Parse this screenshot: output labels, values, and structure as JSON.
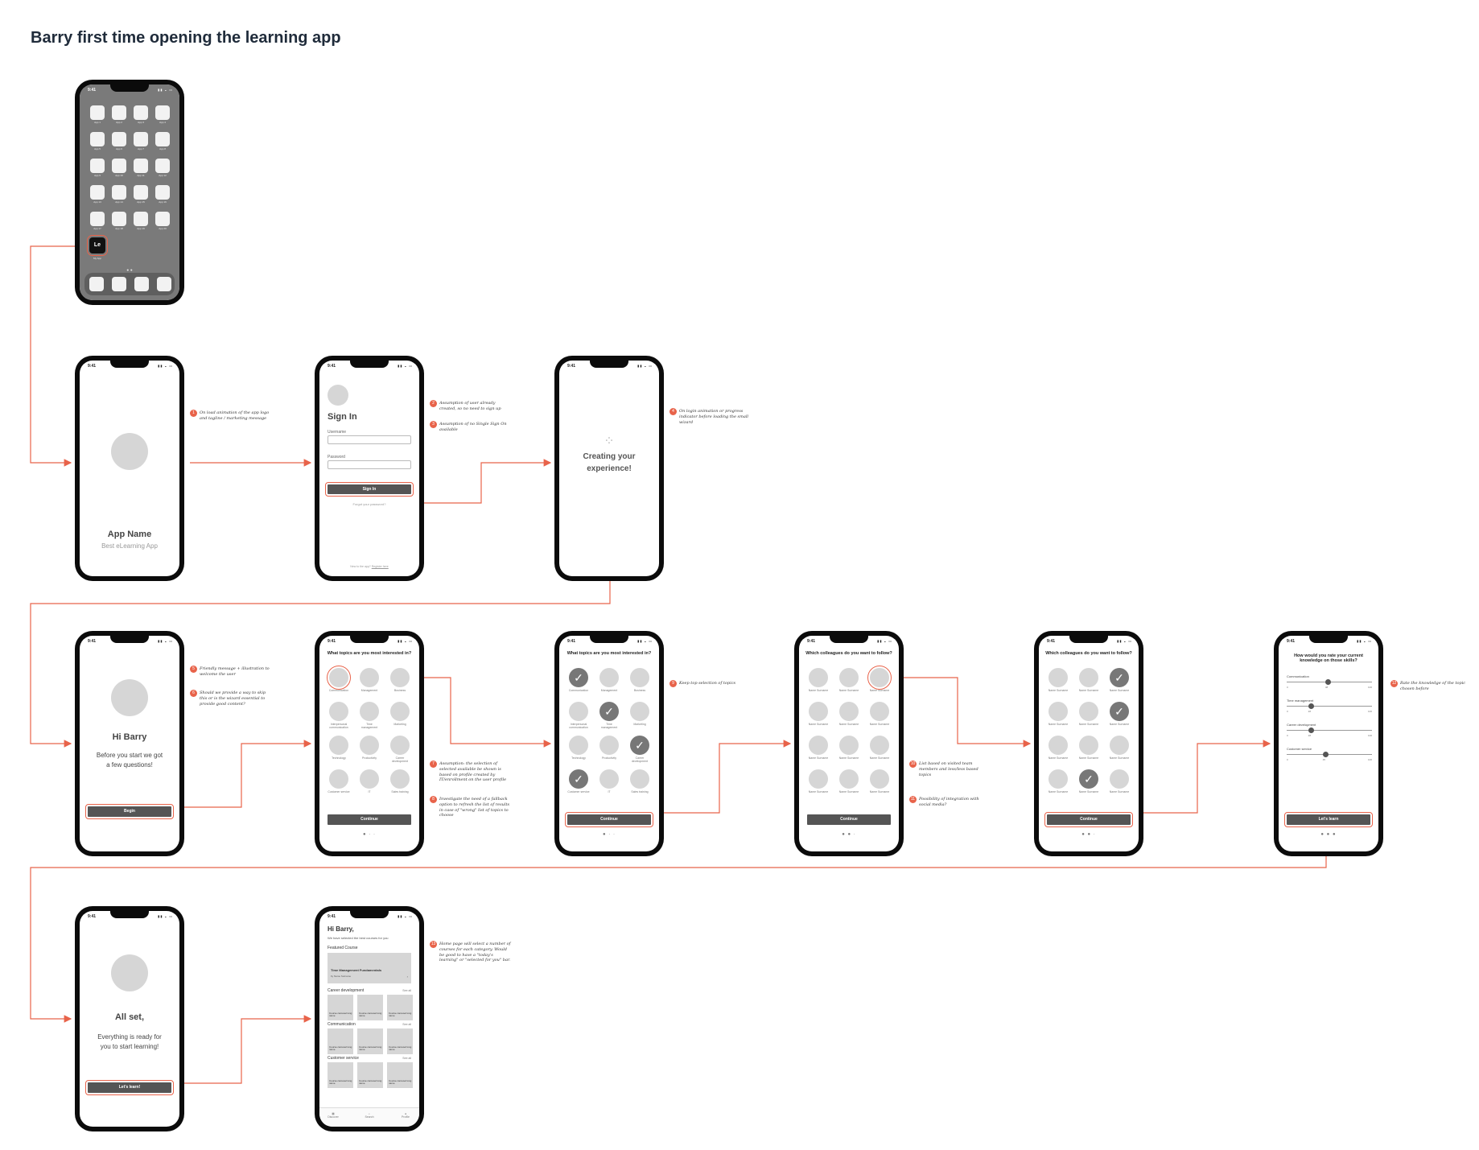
{
  "title": "Barry first time opening the learning app",
  "status_time": "9:41",
  "colors": {
    "accent": "#e8634a",
    "button": "#555555",
    "placeholder": "#d6d6d6",
    "phone": "#0b0b0b"
  },
  "home": {
    "apps": [
      "App 1",
      "App 2",
      "App 3",
      "App 4",
      "App 5",
      "App 6",
      "App 7",
      "App 8",
      "App 9",
      "App 10",
      "App 11",
      "App 12",
      "App 13",
      "App 14",
      "App 15",
      "App 16",
      "App 17",
      "App 18",
      "App 19",
      "App 20"
    ],
    "learning_app_icon": "Le",
    "learning_app_name": "My App"
  },
  "splash": {
    "app_name": "App Name",
    "tagline": "Best eLearning App",
    "note": "On load animation of the app logo and tagline / marketing message"
  },
  "signin": {
    "title": "Sign In",
    "username_label": "Username",
    "password_label": "Password",
    "button": "Sign In",
    "forgot": "Forgot your password?",
    "footer": "New to the app?",
    "register": "Register here",
    "note1": "Assumption of user already created, so no need to sign up",
    "note2": "Assumption of no Single Sign On available"
  },
  "creating": {
    "text_line1": "Creating your",
    "text_line2": "experience!",
    "note": "On login animation or progress indicator before loading the small wizard"
  },
  "welcome": {
    "greeting": "Hi Barry",
    "line1": "Before you start we got",
    "line2": "a few questions!",
    "button": "Begin",
    "note1": "Friendly message + illustration to welcome the user",
    "note2": "Should we provide a way to skip this or is the wizard essential to provide good content?"
  },
  "topics": {
    "question": "What topics are you most interested in?",
    "items": [
      "Communication",
      "Management",
      "Business",
      "Interpersonal communication",
      "Time management",
      "Marketing",
      "Technology",
      "Productivity",
      "Career development",
      "Customer service",
      "IT",
      "Sales training"
    ],
    "button": "Continue",
    "note1": "Assumption: the selection of selected available be shown is based on profile created by IT/enrollment on the user profile",
    "note2": "Investigate the need of a fallback option to refresh the list of results in case of \"wrong\" list of topics to choose",
    "note3": "Keep top selection of topics"
  },
  "colleagues": {
    "question": "Which colleagues do you want to follow?",
    "name": "Name Surname",
    "button": "Continue",
    "note1": "List based on visited team members and less/less based topics",
    "note2": "Possibility of integration with social media?"
  },
  "skills": {
    "question": "How would you rate your current knowledge on those skills?",
    "items": [
      {
        "label": "Communication",
        "value": 48
      },
      {
        "label": "Time management",
        "value": 28
      },
      {
        "label": "Career development",
        "value": 28
      },
      {
        "label": "Customer service",
        "value": 45
      }
    ],
    "min": "0",
    "max": "100",
    "button": "Let's learn",
    "note": "Rate the knowledge of the topic chosen before"
  },
  "allset": {
    "title": "All set,",
    "line1": "Everything is ready for",
    "line2": "you to start learning!",
    "button": "Let's learn!"
  },
  "home_feed": {
    "greeting": "Hi Barry,",
    "sub": "We have selected the best courses for you",
    "featured_label": "Featured Course",
    "featured_title": "Time Management Fundamentals",
    "featured_author": "by Name Surname",
    "sections": [
      "Career development",
      "Communication",
      "Customer service"
    ],
    "see_all": "See all",
    "card_text": "Course carousel long name",
    "tabs": [
      "Discover",
      "Search",
      "Profile"
    ],
    "note": "Home page will select a number of courses for each category. Would be good to have a \"today's learning\" or \"selected for you\" bar."
  }
}
